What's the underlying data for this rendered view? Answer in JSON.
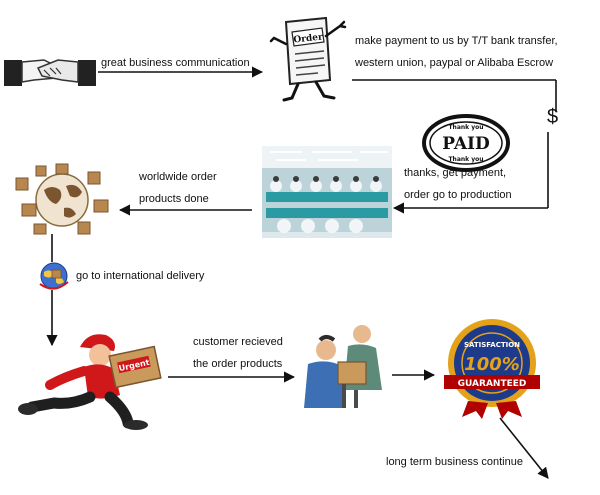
{
  "steps": [
    {
      "id": "communication",
      "icon": "handshake-icon",
      "label_lines": [
        "great business communication"
      ]
    },
    {
      "id": "payment",
      "icon": "order-document-icon",
      "badge_text": "Order",
      "label_lines": [
        "make payment to us by T/T bank transfer,",
        "western union, paypal or Alibaba Escrow"
      ]
    },
    {
      "id": "paid",
      "icon": "paid-stamp-icon",
      "stamp_top": "Thank you",
      "stamp_main": "PAID",
      "stamp_bottom": "Thank you",
      "label_lines": [
        "thanks, get payment,",
        "order go to production"
      ]
    },
    {
      "id": "production",
      "icon": "factory-workers-image",
      "label_lines": []
    },
    {
      "id": "done",
      "icon": "globe-boxes-icon",
      "label_lines": [
        "worldwide order",
        "products done"
      ]
    },
    {
      "id": "delivery",
      "icon": "globe-delivery-icon",
      "label_lines": [
        "go to international delivery"
      ]
    },
    {
      "id": "courier",
      "icon": "courier-runner-icon",
      "badge_text": "Urgent",
      "label_lines": [
        "customer recieved",
        "the order products"
      ]
    },
    {
      "id": "received",
      "icon": "customer-receiving-icon",
      "label_lines": []
    },
    {
      "id": "satisfaction",
      "icon": "satisfaction-seal-icon",
      "seal_top": "SATISFACTION",
      "seal_main": "100%",
      "seal_bottom": "GUARANTEED",
      "label_lines": [
        "long term business continue"
      ]
    }
  ],
  "dollar_symbol": "$",
  "colors": {
    "arrow": "#111111",
    "text": "#111111",
    "seal_blue": "#1e3a8a",
    "seal_gold": "#e3a21a",
    "seal_red": "#b00000",
    "courier_red": "#d0171a",
    "box_brown": "#b8864f"
  }
}
